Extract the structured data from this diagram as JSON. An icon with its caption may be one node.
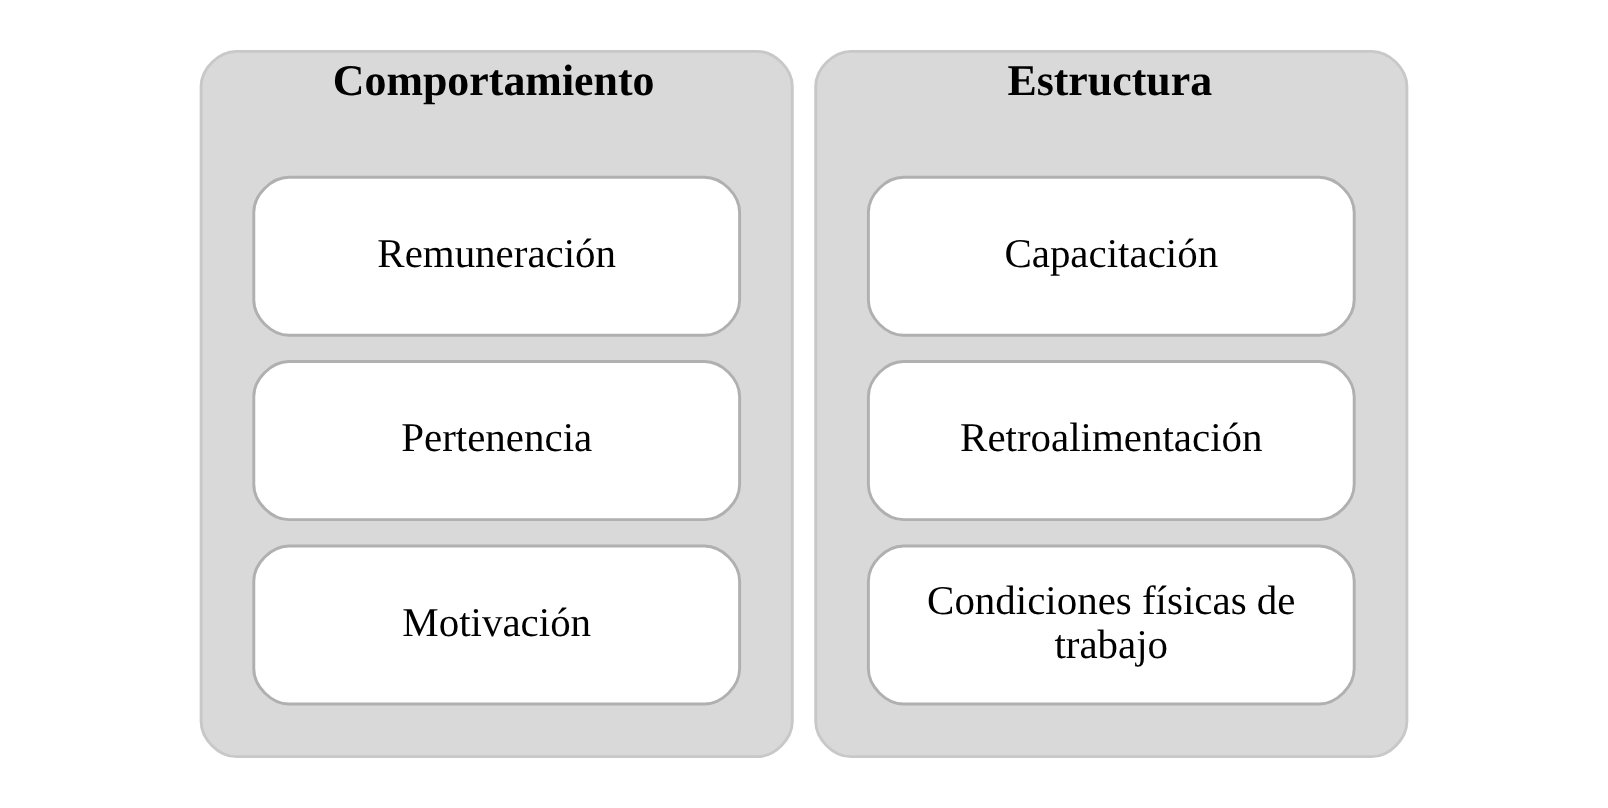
{
  "diagram": {
    "nodes": [
      {
        "text": [
          "Comportamiento"
        ]
      },
      {
        "text": [
          "Remuneración"
        ],
        "in": 0
      },
      {
        "text": [
          "Pertenencia"
        ],
        "in": 0
      },
      {
        "text": [
          "Motivación"
        ],
        "in": 0
      },
      {
        "text": [
          "Estructura"
        ]
      },
      {
        "text": [
          "Capacitación"
        ],
        "in": 4
      },
      {
        "text": [
          "Retroalimentación"
        ],
        "in": 4
      },
      {
        "text": [
          "Condiciones físicas de trabajo"
        ],
        "in": 4
      }
    ]
  }
}
